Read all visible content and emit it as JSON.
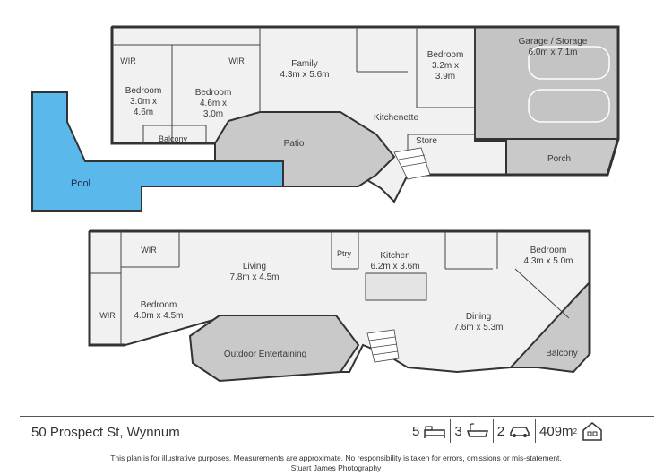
{
  "upper_floor": {
    "pool": "Pool",
    "patio": "Patio",
    "wir_1": "WIR",
    "wir_2": "WIR",
    "bedroom_1": [
      "Bedroom",
      "3.0m x",
      "4.6m"
    ],
    "bedroom_2": [
      "Bedroom",
      "4.6m x",
      "3.0m"
    ],
    "balcony": "Balcony",
    "family": [
      "Family",
      "4.3m x 5.6m"
    ],
    "bedroom_3": [
      "Bedroom",
      "3.2m x",
      "3.9m"
    ],
    "kitchenette": "Kitchenette",
    "store": "Store",
    "garage": [
      "Garage / Storage",
      "6.0m x 7.1m"
    ],
    "porch": "Porch"
  },
  "lower_floor": {
    "wir_1": "WIR",
    "wir_2": "WIR",
    "living": [
      "Living",
      "7.8m x 4.5m"
    ],
    "pantry": "Ptry",
    "kitchen": [
      "Kitchen",
      "6.2m x 3.6m"
    ],
    "bedroom_1": [
      "Bedroom",
      "4.0m x 4.5m"
    ],
    "bedroom_2": [
      "Bedroom",
      "4.3m x 5.0m"
    ],
    "dining": [
      "Dining",
      "7.6m x 5.3m"
    ],
    "outdoor": "Outdoor Entertaining",
    "balcony": "Balcony"
  },
  "footer": {
    "address": "50 Prospect St, Wynnum",
    "bedrooms": "5",
    "bathrooms": "3",
    "cars": "2",
    "area": "409m",
    "area_sup": "2",
    "disclaimer": "This plan is for illustrative purposes. Measurements are approximate. No responsibility is taken for errors, omissions or mis-statement.",
    "credit": "Stuart James Photography"
  },
  "colors": {
    "pool": "#5bb8ea",
    "interior": "#f1f1f1",
    "deck": "#c9c9c9",
    "garage": "#c4c4c4",
    "wall": "#333333"
  },
  "icons": [
    "bed-icon",
    "bath-icon",
    "car-icon",
    "house-icon"
  ]
}
